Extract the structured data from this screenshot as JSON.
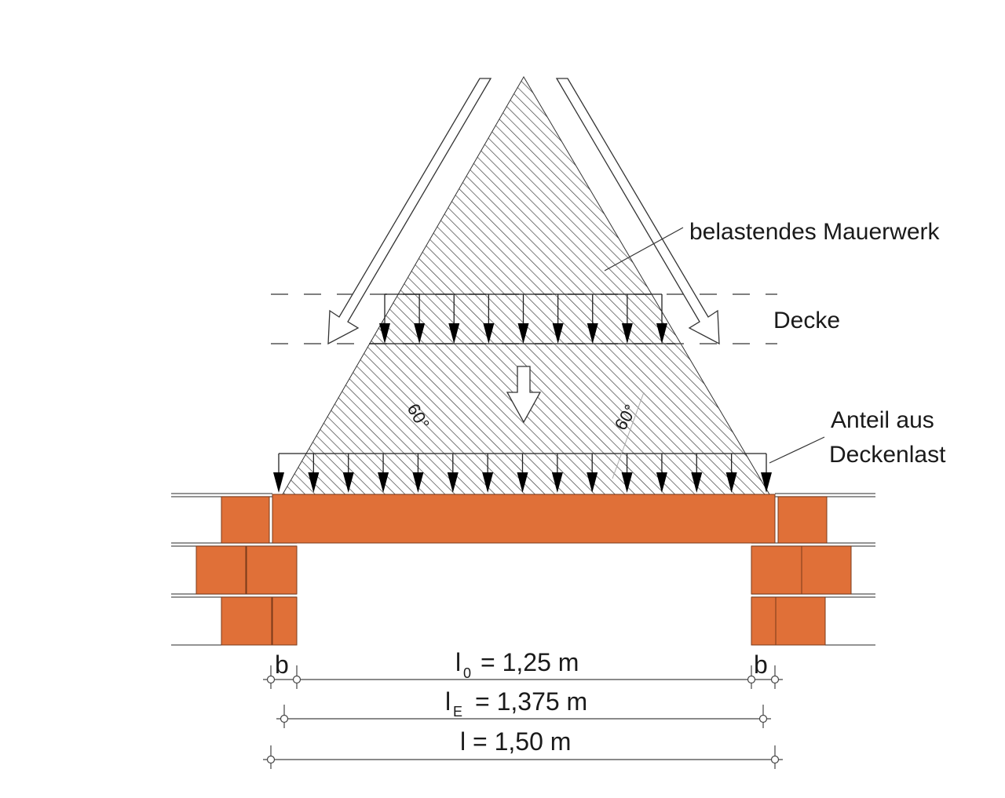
{
  "labels": {
    "masonry": "belastendes Mauerwerk",
    "slab": "Decke",
    "share_line1": "Anteil aus",
    "share_line2": "Deckenlast",
    "angle_left": "60°",
    "angle_right": "60°"
  },
  "dimensions": {
    "b_left": "b",
    "b_right": "b",
    "l0_symbol": "l",
    "l0_sub": "0",
    "l0_value": "= 1,25 m",
    "le_symbol": "l",
    "le_sub": "E",
    "le_value": "= 1,375 m",
    "l_value": "l = 1,50 m"
  },
  "colors": {
    "brick": "#E07038",
    "line": "#1a1a1a"
  }
}
